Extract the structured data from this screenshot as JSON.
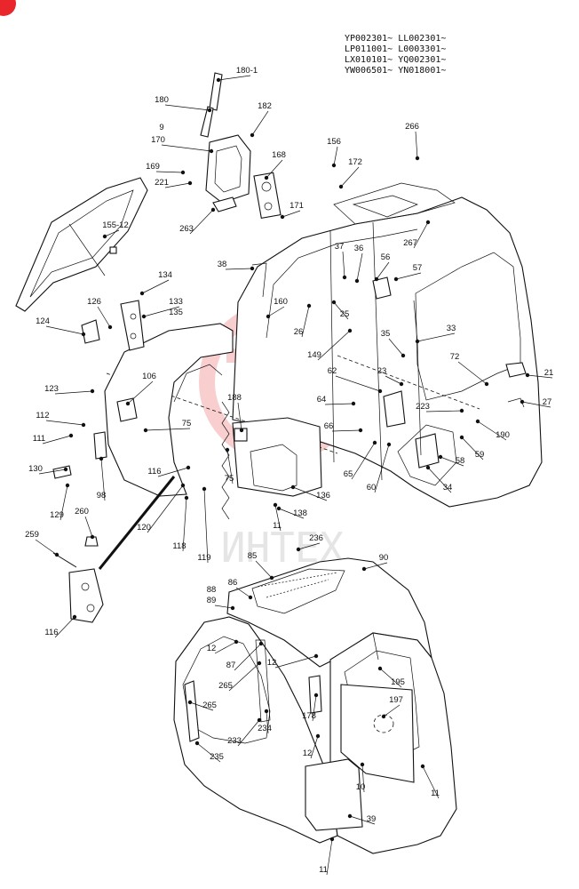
{
  "serial_ranges": [
    "YP002301~ LL002301~",
    "LP011001~ L0003301~",
    "LX010101~ YQ002301~",
    "YW006501~ YN018001~"
  ],
  "watermark": {
    "text": "ИНТЕХ",
    "logo_color": "#e8262b"
  },
  "corner_badge": {
    "color": "#e8262b"
  },
  "callouts": [
    {
      "id": "c-180-1",
      "text": "180-1"
    },
    {
      "id": "c-180",
      "text": "180"
    },
    {
      "id": "c-182",
      "text": "182"
    },
    {
      "id": "c-9",
      "text": "9"
    },
    {
      "id": "c-170",
      "text": "170"
    },
    {
      "id": "c-168",
      "text": "168"
    },
    {
      "id": "c-169",
      "text": "169"
    },
    {
      "id": "c-221",
      "text": "221"
    },
    {
      "id": "c-171",
      "text": "171"
    },
    {
      "id": "c-263",
      "text": "263"
    },
    {
      "id": "c-156",
      "text": "156"
    },
    {
      "id": "c-172",
      "text": "172"
    },
    {
      "id": "c-266",
      "text": "266"
    },
    {
      "id": "c-267",
      "text": "267"
    },
    {
      "id": "c-155-12",
      "text": "155-12"
    },
    {
      "id": "c-38",
      "text": "38"
    },
    {
      "id": "c-37",
      "text": "37"
    },
    {
      "id": "c-36",
      "text": "36"
    },
    {
      "id": "c-56",
      "text": "56"
    },
    {
      "id": "c-57",
      "text": "57"
    },
    {
      "id": "c-134",
      "text": "134"
    },
    {
      "id": "c-133",
      "text": "133"
    },
    {
      "id": "c-135",
      "text": "135"
    },
    {
      "id": "c-126",
      "text": "126"
    },
    {
      "id": "c-124",
      "text": "124"
    },
    {
      "id": "c-160",
      "text": "160"
    },
    {
      "id": "c-25",
      "text": "25"
    },
    {
      "id": "c-26",
      "text": "26"
    },
    {
      "id": "c-35",
      "text": "35"
    },
    {
      "id": "c-33",
      "text": "33"
    },
    {
      "id": "c-149",
      "text": "149"
    },
    {
      "id": "c-72",
      "text": "72"
    },
    {
      "id": "c-21",
      "text": "21"
    },
    {
      "id": "c-106",
      "text": "106"
    },
    {
      "id": "c-123",
      "text": "123"
    },
    {
      "id": "c-62",
      "text": "62"
    },
    {
      "id": "c-23",
      "text": "23"
    },
    {
      "id": "c-188",
      "text": "188"
    },
    {
      "id": "c-64",
      "text": "64"
    },
    {
      "id": "c-223",
      "text": "223"
    },
    {
      "id": "c-27",
      "text": "27"
    },
    {
      "id": "c-112",
      "text": "112"
    },
    {
      "id": "c-75a",
      "text": "75"
    },
    {
      "id": "c-111",
      "text": "111"
    },
    {
      "id": "c-66",
      "text": "66"
    },
    {
      "id": "c-190",
      "text": "190"
    },
    {
      "id": "c-59",
      "text": "59"
    },
    {
      "id": "c-130",
      "text": "130"
    },
    {
      "id": "c-116a",
      "text": "116"
    },
    {
      "id": "c-98",
      "text": "98"
    },
    {
      "id": "c-75b",
      "text": "75"
    },
    {
      "id": "c-65",
      "text": "65"
    },
    {
      "id": "c-58",
      "text": "58"
    },
    {
      "id": "c-136",
      "text": "136"
    },
    {
      "id": "c-60",
      "text": "60"
    },
    {
      "id": "c-34",
      "text": "34"
    },
    {
      "id": "c-129",
      "text": "129"
    },
    {
      "id": "c-120",
      "text": "120"
    },
    {
      "id": "c-138",
      "text": "138"
    },
    {
      "id": "c-260",
      "text": "260"
    },
    {
      "id": "c-11a",
      "text": "11"
    },
    {
      "id": "c-118",
      "text": "118"
    },
    {
      "id": "c-259",
      "text": "259"
    },
    {
      "id": "c-119",
      "text": "119"
    },
    {
      "id": "c-236",
      "text": "236"
    },
    {
      "id": "c-85",
      "text": "85"
    },
    {
      "id": "c-90",
      "text": "90"
    },
    {
      "id": "c-116b",
      "text": "116"
    },
    {
      "id": "c-88",
      "text": "88"
    },
    {
      "id": "c-89",
      "text": "89"
    },
    {
      "id": "c-86",
      "text": "86"
    },
    {
      "id": "c-12a",
      "text": "12"
    },
    {
      "id": "c-87",
      "text": "87"
    },
    {
      "id": "c-12b",
      "text": "12"
    },
    {
      "id": "c-195",
      "text": "195"
    },
    {
      "id": "c-265a",
      "text": "265"
    },
    {
      "id": "c-265b",
      "text": "265"
    },
    {
      "id": "c-197",
      "text": "197"
    },
    {
      "id": "c-178",
      "text": "178"
    },
    {
      "id": "c-233",
      "text": "233"
    },
    {
      "id": "c-234",
      "text": "234"
    },
    {
      "id": "c-12c",
      "text": "12"
    },
    {
      "id": "c-235",
      "text": "235"
    },
    {
      "id": "c-10",
      "text": "10"
    },
    {
      "id": "c-11b",
      "text": "11"
    },
    {
      "id": "c-39",
      "text": "39"
    },
    {
      "id": "c-11c",
      "text": "11"
    }
  ]
}
